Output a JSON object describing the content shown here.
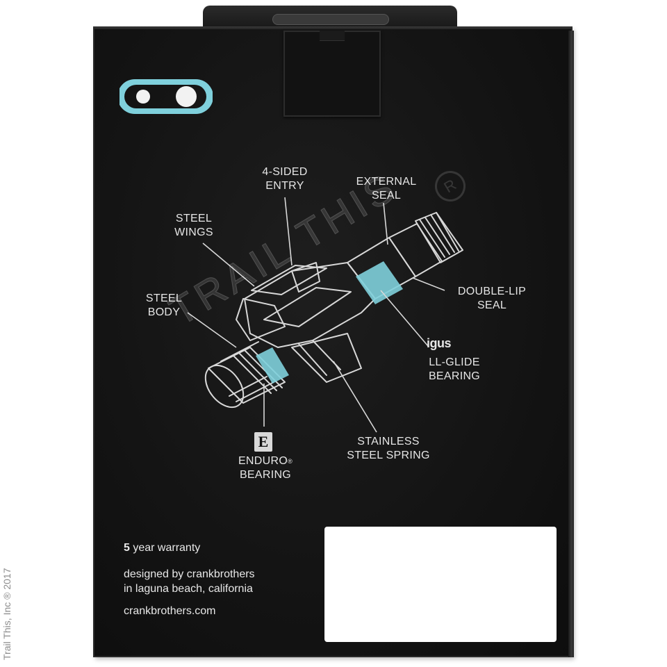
{
  "colors": {
    "box": "#141414",
    "accent_teal": "#7fd0dc",
    "text": "#e6e6e6"
  },
  "logo": {
    "icon": "crankbrothers-logo-icon"
  },
  "diagram": {
    "labels": {
      "four_sided_entry": [
        "4-SIDED",
        "ENTRY"
      ],
      "external_seal": [
        "EXTERNAL",
        "SEAL"
      ],
      "steel_wings": [
        "STEEL",
        "WINGS"
      ],
      "steel_body": [
        "STEEL",
        "BODY"
      ],
      "double_lip_seal": [
        "DOUBLE-LIP",
        "SEAL"
      ],
      "igus_brand": "igus",
      "ll_glide_bearing": [
        "LL-GLIDE",
        "BEARING"
      ],
      "stainless_spring": [
        "STAINLESS",
        "STEEL SPRING"
      ],
      "enduro_mark": "E",
      "enduro_bearing": [
        "ENDURO",
        "®",
        "BEARING"
      ]
    }
  },
  "footer": {
    "warranty_number": "5",
    "warranty_text": " year warranty",
    "designed_line1": "designed by crankbrothers",
    "designed_line2": "in laguna beach, california",
    "website": "crankbrothers.com"
  },
  "watermark": {
    "main": "TRAIL THIS",
    "registered": "R",
    "side_credit": "Trail This, Inc ® 2017"
  }
}
